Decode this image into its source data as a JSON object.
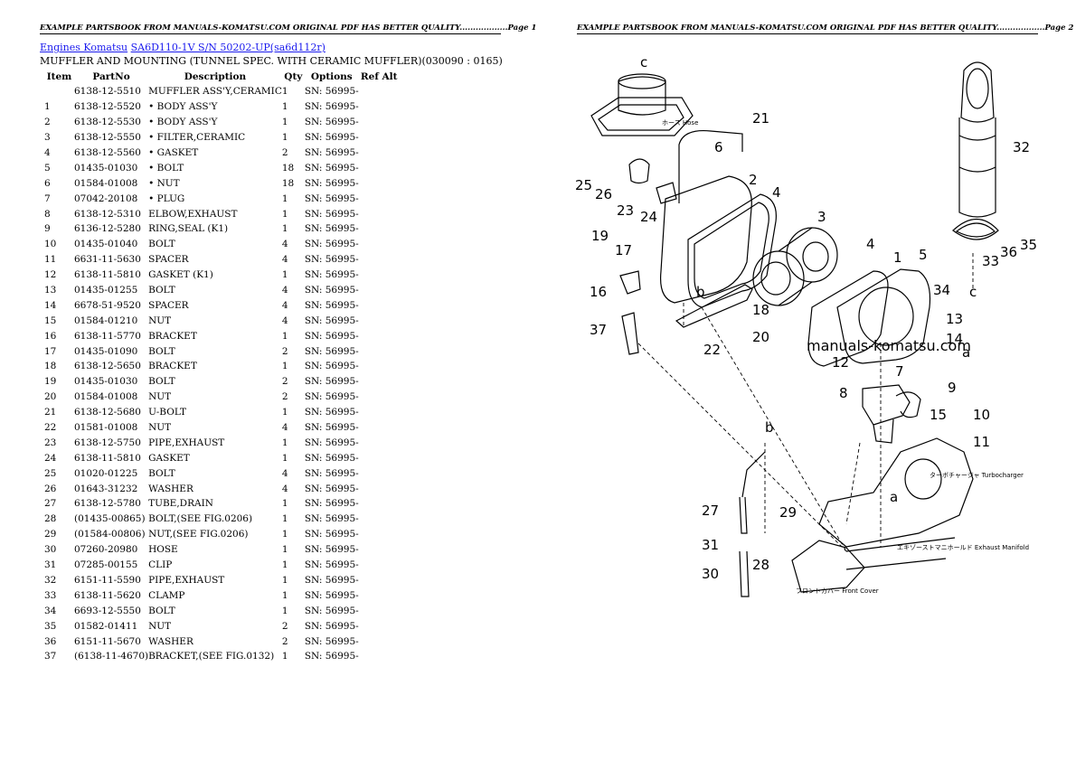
{
  "header": {
    "page1": "EXAMPLE PARTSBOOK FROM MANUALS-KOMATSU.COM ORIGINAL PDF HAS BETTER QUALITY..................Page 1",
    "page2": "EXAMPLE PARTSBOOK FROM MANUALS-KOMATSU.COM ORIGINAL PDF HAS BETTER QUALITY..................Page 2"
  },
  "breadcrumb": {
    "link1": "Engines Komatsu",
    "link2": "SA6D110-1V S/N 50202-UP(sa6d112r)"
  },
  "subtitle": "MUFFLER AND MOUNTING (TUNNEL SPEC. WITH CERAMIC MUFFLER)(030090 : 0165)",
  "table": {
    "columns": [
      "Item",
      "PartNo",
      "Description",
      "Qty",
      "Options",
      "Ref Alt"
    ],
    "rows": [
      [
        "",
        "6138-12-5510",
        "MUFFLER ASS'Y,CERAMIC",
        "1",
        "SN: 56995-",
        ""
      ],
      [
        "1",
        "6138-12-5520",
        "• BODY ASS'Y",
        "1",
        "SN: 56995-",
        ""
      ],
      [
        "2",
        "6138-12-5530",
        "• BODY ASS'Y",
        "1",
        "SN: 56995-",
        ""
      ],
      [
        "3",
        "6138-12-5550",
        "• FILTER,CERAMIC",
        "1",
        "SN: 56995-",
        ""
      ],
      [
        "4",
        "6138-12-5560",
        "• GASKET",
        "2",
        "SN: 56995-",
        ""
      ],
      [
        "5",
        "01435-01030",
        "• BOLT",
        "18",
        "SN: 56995-",
        ""
      ],
      [
        "6",
        "01584-01008",
        "• NUT",
        "18",
        "SN: 56995-",
        ""
      ],
      [
        "7",
        "07042-20108",
        "• PLUG",
        "1",
        "SN: 56995-",
        ""
      ],
      [
        "8",
        "6138-12-5310",
        "ELBOW,EXHAUST",
        "1",
        "SN: 56995-",
        ""
      ],
      [
        "9",
        "6136-12-5280",
        "RING,SEAL (K1)",
        "1",
        "SN: 56995-",
        ""
      ],
      [
        "10",
        "01435-01040",
        "BOLT",
        "4",
        "SN: 56995-",
        ""
      ],
      [
        "11",
        "6631-11-5630",
        "SPACER",
        "4",
        "SN: 56995-",
        ""
      ],
      [
        "12",
        "6138-11-5810",
        "GASKET (K1)",
        "1",
        "SN: 56995-",
        ""
      ],
      [
        "13",
        "01435-01255",
        "BOLT",
        "4",
        "SN: 56995-",
        ""
      ],
      [
        "14",
        "6678-51-9520",
        "SPACER",
        "4",
        "SN: 56995-",
        ""
      ],
      [
        "15",
        "01584-01210",
        "NUT",
        "4",
        "SN: 56995-",
        ""
      ],
      [
        "16",
        "6138-11-5770",
        "BRACKET",
        "1",
        "SN: 56995-",
        ""
      ],
      [
        "17",
        "01435-01090",
        "BOLT",
        "2",
        "SN: 56995-",
        ""
      ],
      [
        "18",
        "6138-12-5650",
        "BRACKET",
        "1",
        "SN: 56995-",
        ""
      ],
      [
        "19",
        "01435-01030",
        "BOLT",
        "2",
        "SN: 56995-",
        ""
      ],
      [
        "20",
        "01584-01008",
        "NUT",
        "2",
        "SN: 56995-",
        ""
      ],
      [
        "21",
        "6138-12-5680",
        "U-BOLT",
        "1",
        "SN: 56995-",
        ""
      ],
      [
        "22",
        "01581-01008",
        "NUT",
        "4",
        "SN: 56995-",
        ""
      ],
      [
        "23",
        "6138-12-5750",
        "PIPE,EXHAUST",
        "1",
        "SN: 56995-",
        ""
      ],
      [
        "24",
        "6138-11-5810",
        "GASKET",
        "1",
        "SN: 56995-",
        ""
      ],
      [
        "25",
        "01020-01225",
        "BOLT",
        "4",
        "SN: 56995-",
        ""
      ],
      [
        "26",
        "01643-31232",
        "WASHER",
        "4",
        "SN: 56995-",
        ""
      ],
      [
        "27",
        "6138-12-5780",
        "TUBE,DRAIN",
        "1",
        "SN: 56995-",
        ""
      ],
      [
        "28",
        "(01435-00865)",
        "BOLT,(SEE FIG.0206)",
        "1",
        "SN: 56995-",
        ""
      ],
      [
        "29",
        "(01584-00806)",
        "NUT,(SEE FIG.0206)",
        "1",
        "SN: 56995-",
        ""
      ],
      [
        "30",
        "07260-20980",
        "HOSE",
        "1",
        "SN: 56995-",
        ""
      ],
      [
        "31",
        "07285-00155",
        "CLIP",
        "1",
        "SN: 56995-",
        ""
      ],
      [
        "32",
        "6151-11-5590",
        "PIPE,EXHAUST",
        "1",
        "SN: 56995-",
        ""
      ],
      [
        "33",
        "6138-11-5620",
        "CLAMP",
        "1",
        "SN: 56995-",
        ""
      ],
      [
        "34",
        "6693-12-5550",
        "BOLT",
        "1",
        "SN: 56995-",
        ""
      ],
      [
        "35",
        "01582-01411",
        "NUT",
        "2",
        "SN: 56995-",
        ""
      ],
      [
        "36",
        "6151-11-5670",
        "WASHER",
        "2",
        "SN: 56995-",
        ""
      ],
      [
        "37",
        "(6138-11-4670)",
        "BRACKET,(SEE FIG.0132)",
        "1",
        "SN: 56995-",
        ""
      ]
    ]
  },
  "diagram": {
    "watermark": "manuals-komatsu.com",
    "callouts": [
      "1",
      "2",
      "3",
      "4",
      "4",
      "5",
      "6",
      "7",
      "8",
      "9",
      "10",
      "11",
      "12",
      "13",
      "14",
      "15",
      "16",
      "17",
      "18",
      "19",
      "20",
      "21",
      "22",
      "23",
      "24",
      "25",
      "26",
      "27",
      "28",
      "29",
      "30",
      "31",
      "32",
      "33",
      "34",
      "35",
      "36",
      "37"
    ],
    "letters": [
      "c",
      "c",
      "b",
      "b",
      "a",
      "a"
    ],
    "notes": {
      "hose": "ホース Hose",
      "turbo": "ターボチャージャ Turbocharger",
      "manifold": "エキゾーストマニホールド Exhaust Manifold",
      "front_cover": "フロントカバー Front Cover"
    }
  }
}
